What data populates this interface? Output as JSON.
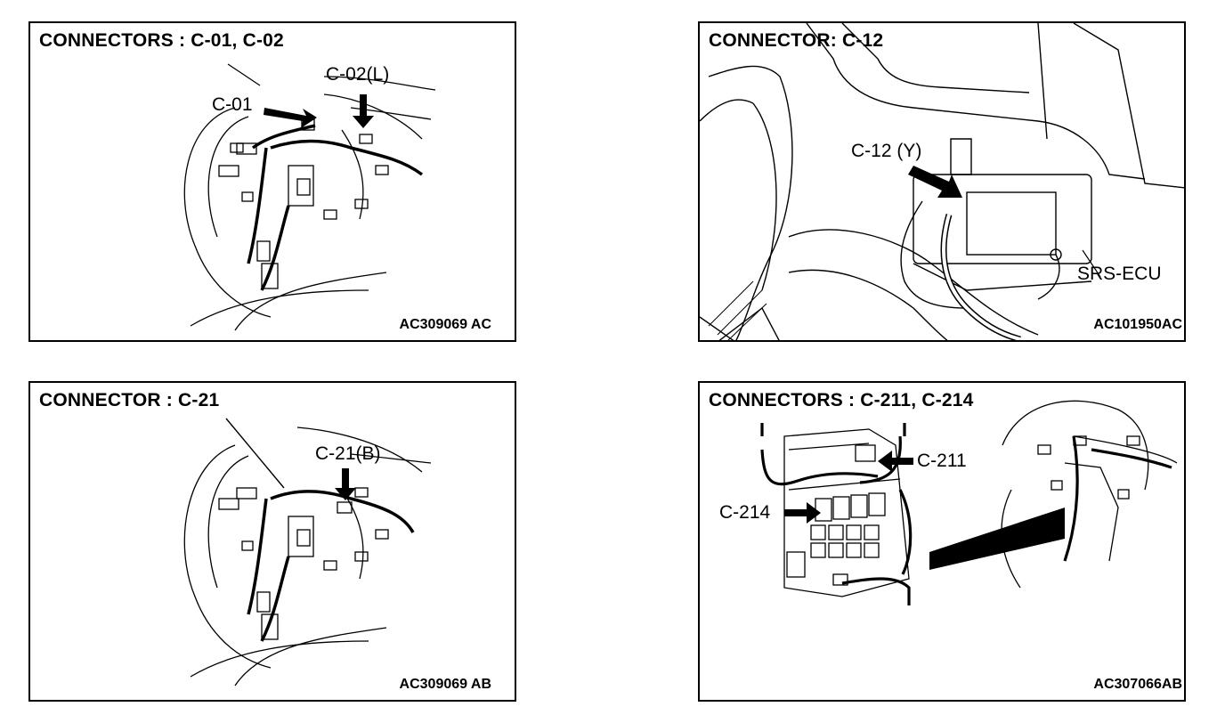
{
  "panels": [
    {
      "title": "CONNECTORS : C-01, C-02",
      "labels": [
        "C-01",
        "C-02(L)"
      ],
      "figure_id": "AC309069 AC"
    },
    {
      "title": "CONNECTOR: C-12",
      "labels": [
        "C-12 (Y)",
        "SRS-ECU"
      ],
      "figure_id": "AC101950AC"
    },
    {
      "title": "CONNECTOR : C-21",
      "labels": [
        "C-21(B)"
      ],
      "figure_id": "AC309069 AB"
    },
    {
      "title": "CONNECTORS : C-211, C-214",
      "labels": [
        "C-211",
        "C-214"
      ],
      "figure_id": "AC307066AB"
    }
  ]
}
